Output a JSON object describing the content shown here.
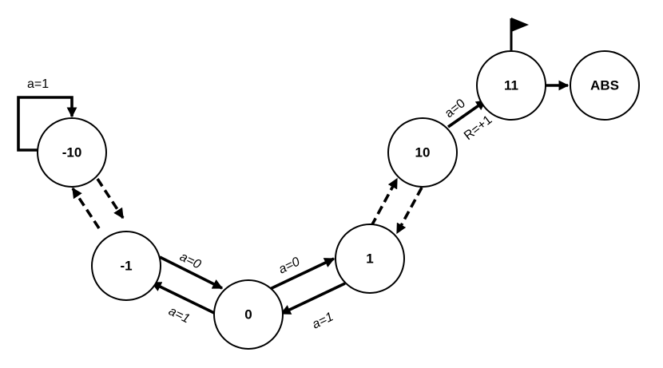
{
  "nodes": {
    "n_m10": "-10",
    "n_m1": "-1",
    "n_0": "0",
    "n_1": "1",
    "n_10": "10",
    "n_11": "11",
    "n_abs": "ABS"
  },
  "edge_labels": {
    "self_loop": "a=1",
    "m1_to_0": "a=0",
    "zero_to_m1": "a=1",
    "zero_to_1": "a=0",
    "one_to_0": "a=1",
    "ten_to_11_action": "a=0",
    "ten_to_11_reward": "R=+1"
  },
  "icons": {
    "goal": "flag-icon"
  }
}
